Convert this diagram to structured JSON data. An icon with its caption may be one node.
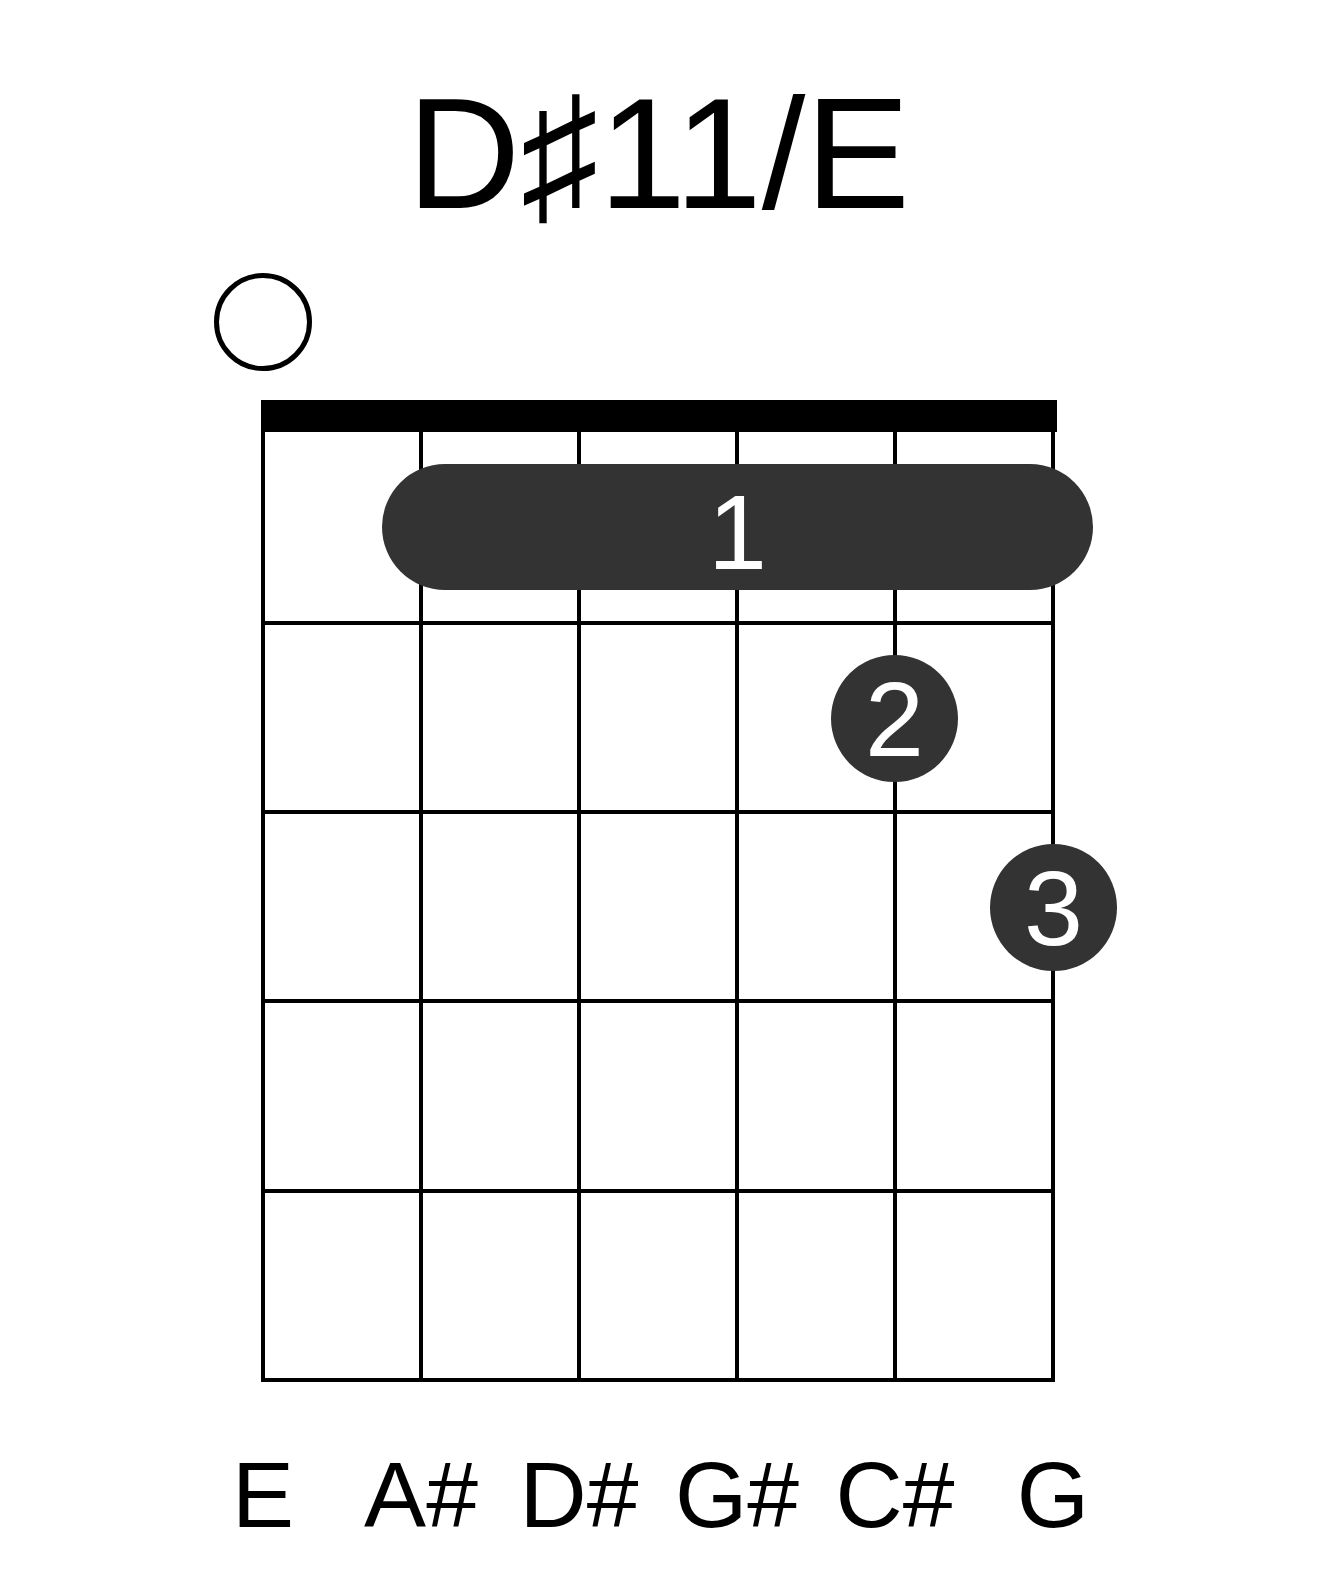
{
  "diagram": {
    "title": "D♯11/E",
    "nodes": [
      {
        "text": [],
        "shape": "circle"
      },
      {
        "text": [
          "1"
        ]
      },
      {
        "text": [
          "2"
        ]
      },
      {
        "text": [
          "3"
        ]
      }
    ],
    "labels": [
      "E",
      "A#",
      "D#",
      "G#",
      "C#",
      "G"
    ]
  }
}
